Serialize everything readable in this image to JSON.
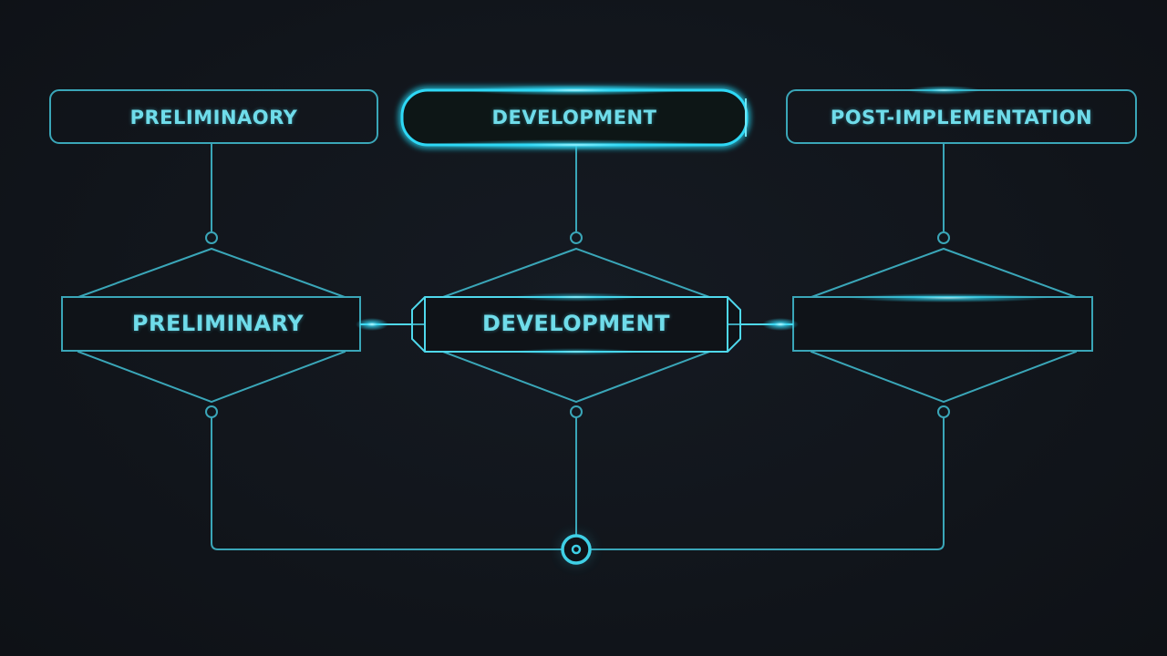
{
  "diagram": {
    "colors": {
      "background": "#12161d",
      "stroke": "#3aa6b8",
      "glow": "#2fd8f5",
      "text": "#6fdcea"
    },
    "top_row": [
      {
        "label": "PRELIMINAORY",
        "highlighted": false
      },
      {
        "label": "DEVELOPMENT",
        "highlighted": true
      },
      {
        "label": "POST-IMPLEMENTATION",
        "highlighted": false
      }
    ],
    "middle_row": [
      {
        "label": "PRELIMINARY",
        "highlighted": false
      },
      {
        "label": "DEVELOPMENT",
        "highlighted": true
      },
      {
        "label": "",
        "highlighted": false
      }
    ],
    "connectors": {
      "merge_node": "target-node-icon"
    }
  }
}
